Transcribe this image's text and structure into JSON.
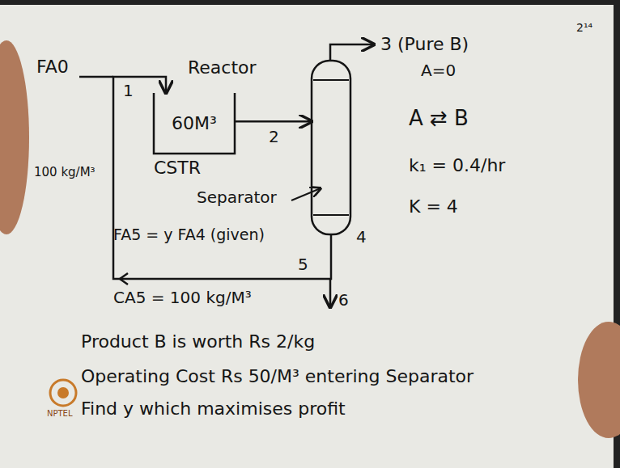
{
  "diagram": {
    "nodes": [
      {
        "text": [
          "Reactor",
          "60M³",
          "CSTR"
        ]
      },
      {
        "text": [
          "Separator"
        ]
      }
    ],
    "edges": [
      {
        "from": 0,
        "to": 1,
        "arrow": "to",
        "label": "2"
      },
      {
        "from": 1,
        "to": 0,
        "arrow": "to",
        "label": "5"
      }
    ],
    "labels": [
      "FA0",
      "1",
      "100 kg/M³",
      "3 (Pure B)",
      "A=0",
      "A ⇄ B",
      "k₁ = 0.4/hr",
      "K = 4",
      "FA5 = y FA4 (given)",
      "4",
      "6",
      "CA5 = 100 kg/M³",
      "Product B is worth Rs 2/kg",
      "Operating Cost Rs 50/M³ entering Separator",
      "Find y which maximises profit",
      "NPTEL",
      "2¹⁴"
    ]
  }
}
